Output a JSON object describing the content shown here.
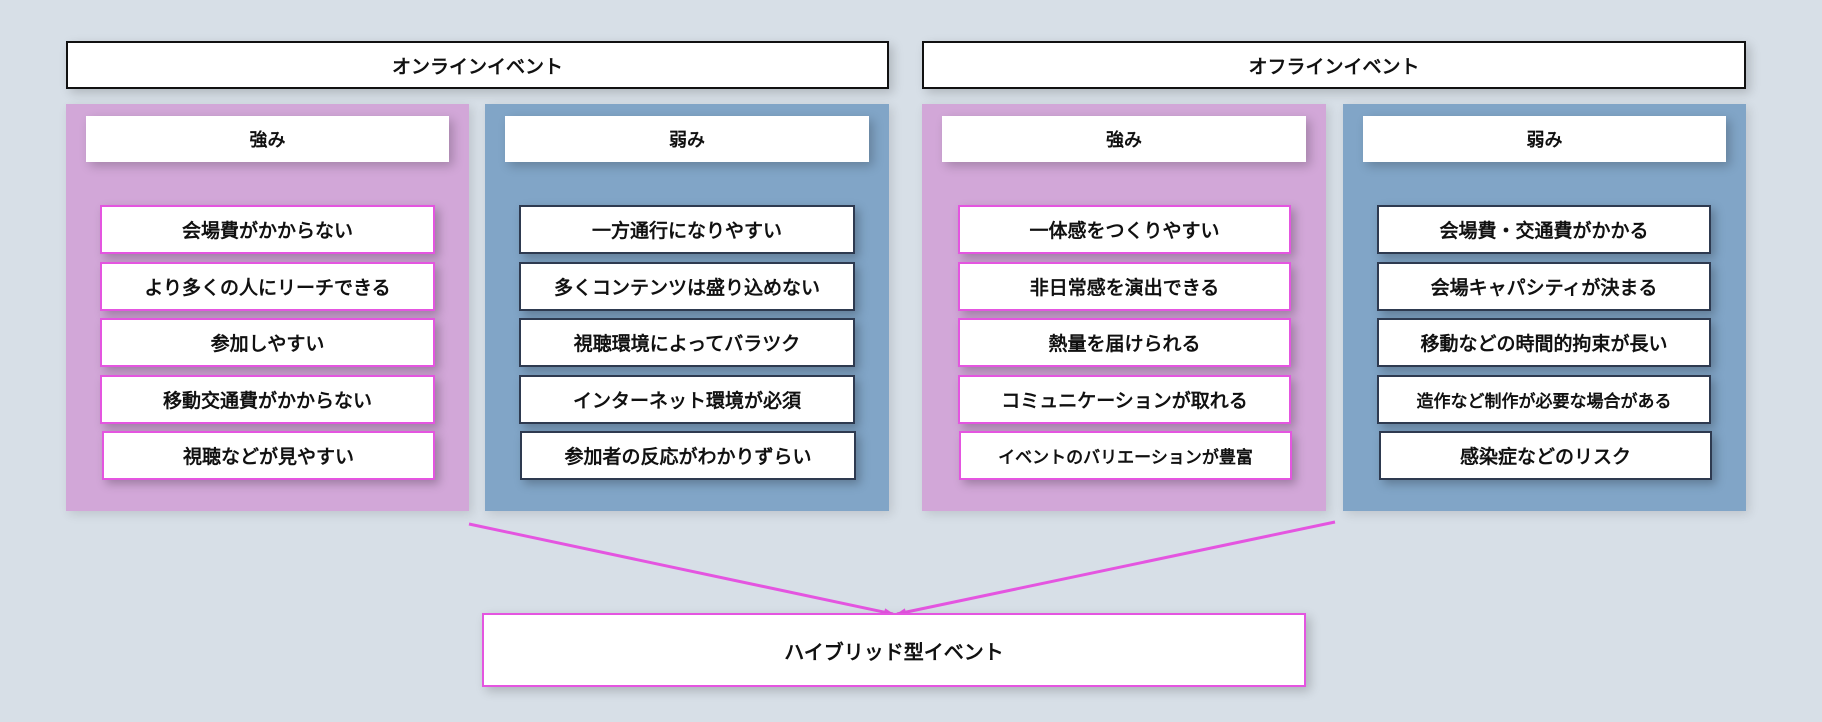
{
  "colors": {
    "background": "#d7dfe7",
    "strength_panel": "#d2a7d8",
    "weakness_panel": "#81a5c7",
    "strength_border": "#e455e0",
    "weakness_border": "#2e3a50",
    "arrow": "#e455e0"
  },
  "online": {
    "title": "オンラインイベント",
    "strengths": {
      "title": "強み",
      "items": [
        "会場費がかからない",
        "より多くの人にリーチできる",
        "参加しやすい",
        "移動交通費がかからない",
        "視聴などが見やすい"
      ]
    },
    "weaknesses": {
      "title": "弱み",
      "items": [
        "一方通行になりやすい",
        "多くコンテンツは盛り込めない",
        "視聴環境によってバラツク",
        "インターネット環境が必須",
        "参加者の反応がわかりずらい"
      ]
    }
  },
  "offline": {
    "title": "オフラインイベント",
    "strengths": {
      "title": "強み",
      "items": [
        "一体感をつくりやすい",
        "非日常感を演出できる",
        "熱量を届けられる",
        "コミュニケーションが取れる",
        "イベントのバリエーションが豊富"
      ]
    },
    "weaknesses": {
      "title": "弱み",
      "items": [
        "会場費・交通費がかかる",
        "会場キャパシティが決まる",
        "移動などの時間的拘束が長い",
        "造作など制作が必要な場合がある",
        "感染症などのリスク"
      ]
    }
  },
  "result": {
    "title": "ハイブリッド型イベント"
  }
}
